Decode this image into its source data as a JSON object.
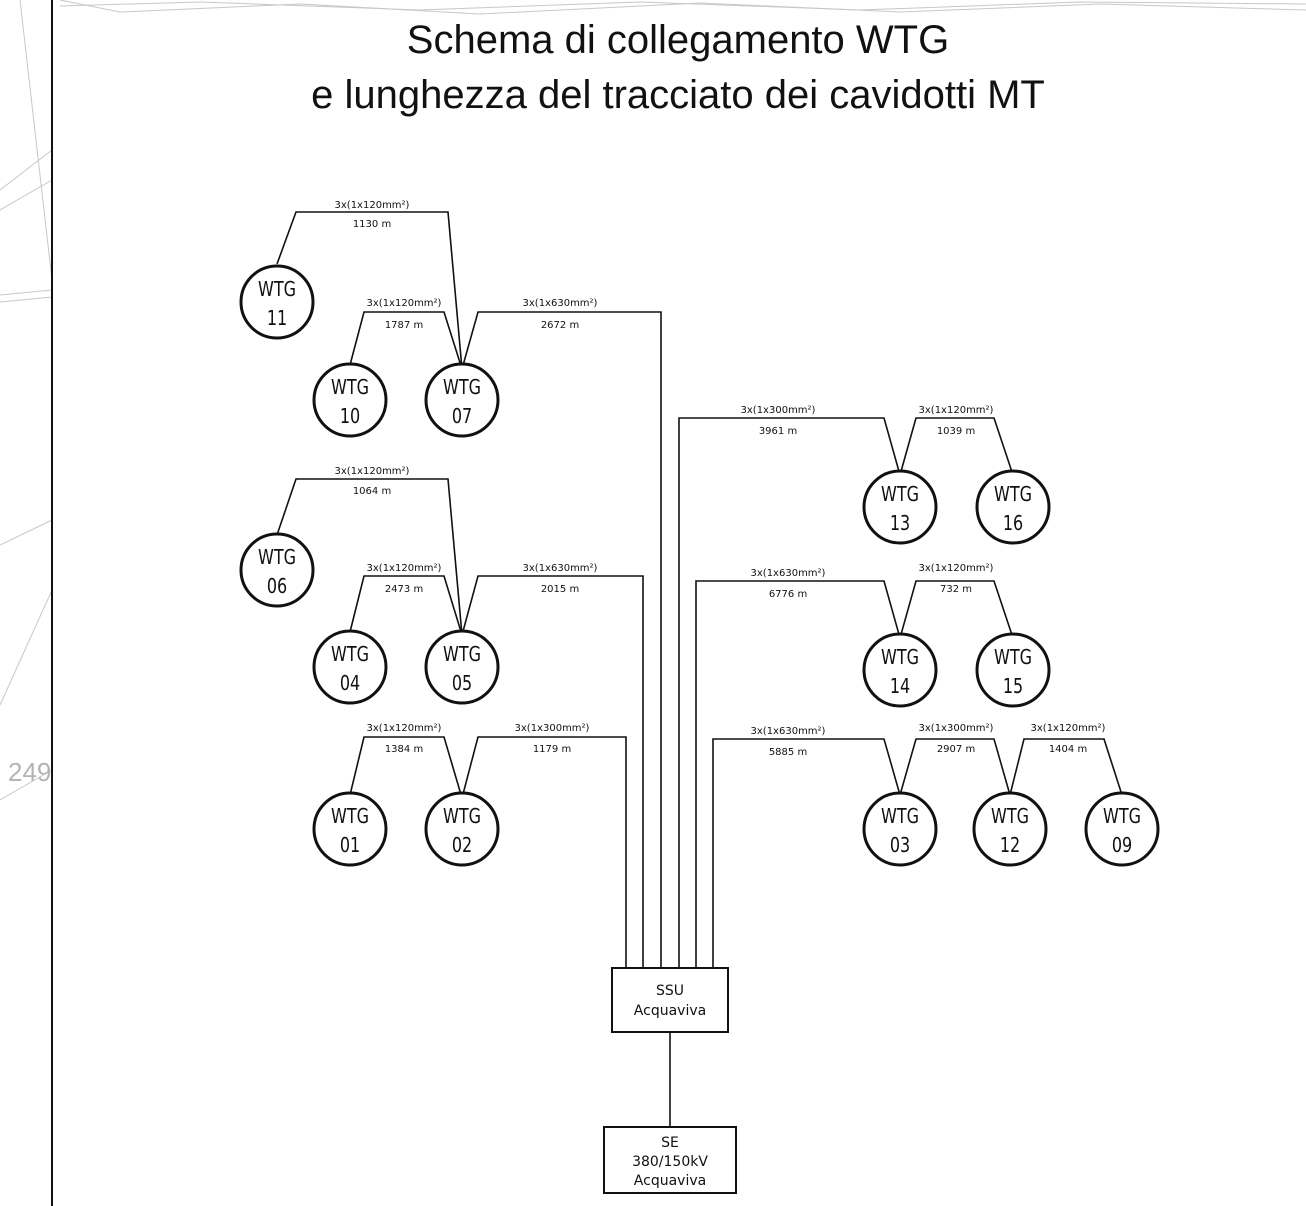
{
  "title": {
    "line1": "Schema di collegamento WTG",
    "line2": "e lunghezza del tracciato dei cavidotti MT"
  },
  "background_label": "249",
  "substation": {
    "name": "SSU",
    "location": "Acquaviva"
  },
  "grid_station": {
    "name": "SE",
    "voltage": "380/150kV",
    "location": "Acquaviva"
  },
  "turbines": {
    "wtg01": {
      "prefix": "WTG",
      "number": "01"
    },
    "wtg02": {
      "prefix": "WTG",
      "number": "02"
    },
    "wtg03": {
      "prefix": "WTG",
      "number": "03"
    },
    "wtg04": {
      "prefix": "WTG",
      "number": "04"
    },
    "wtg05": {
      "prefix": "WTG",
      "number": "05"
    },
    "wtg06": {
      "prefix": "WTG",
      "number": "06"
    },
    "wtg07": {
      "prefix": "WTG",
      "number": "07"
    },
    "wtg09": {
      "prefix": "WTG",
      "number": "09"
    },
    "wtg10": {
      "prefix": "WTG",
      "number": "10"
    },
    "wtg11": {
      "prefix": "WTG",
      "number": "11"
    },
    "wtg12": {
      "prefix": "WTG",
      "number": "12"
    },
    "wtg13": {
      "prefix": "WTG",
      "number": "13"
    },
    "wtg14": {
      "prefix": "WTG",
      "number": "14"
    },
    "wtg15": {
      "prefix": "WTG",
      "number": "15"
    },
    "wtg16": {
      "prefix": "WTG",
      "number": "16"
    }
  },
  "cables": {
    "c11_07": {
      "spec": "3x(1x120mm²)",
      "length": "1130 m"
    },
    "c10_07": {
      "spec": "3x(1x120mm²)",
      "length": "1787 m"
    },
    "c07_ssu": {
      "spec": "3x(1x630mm²)",
      "length": "2672 m"
    },
    "c06_05": {
      "spec": "3x(1x120mm²)",
      "length": "1064 m"
    },
    "c04_05": {
      "spec": "3x(1x120mm²)",
      "length": "2473 m"
    },
    "c05_ssu": {
      "spec": "3x(1x630mm²)",
      "length": "2015 m"
    },
    "c01_02": {
      "spec": "3x(1x120mm²)",
      "length": "1384 m"
    },
    "c02_ssu": {
      "spec": "3x(1x300mm²)",
      "length": "1179 m"
    },
    "c13_ssu": {
      "spec": "3x(1x300mm²)",
      "length": "3961 m"
    },
    "c16_13": {
      "spec": "3x(1x120mm²)",
      "length": "1039 m"
    },
    "c14_ssu": {
      "spec": "3x(1x630mm²)",
      "length": "6776 m"
    },
    "c15_14": {
      "spec": "3x(1x120mm²)",
      "length": "732 m"
    },
    "c03_ssu": {
      "spec": "3x(1x630mm²)",
      "length": "5885 m"
    },
    "c12_03": {
      "spec": "3x(1x300mm²)",
      "length": "2907 m"
    },
    "c09_12": {
      "spec": "3x(1x120mm²)",
      "length": "1404 m"
    }
  }
}
